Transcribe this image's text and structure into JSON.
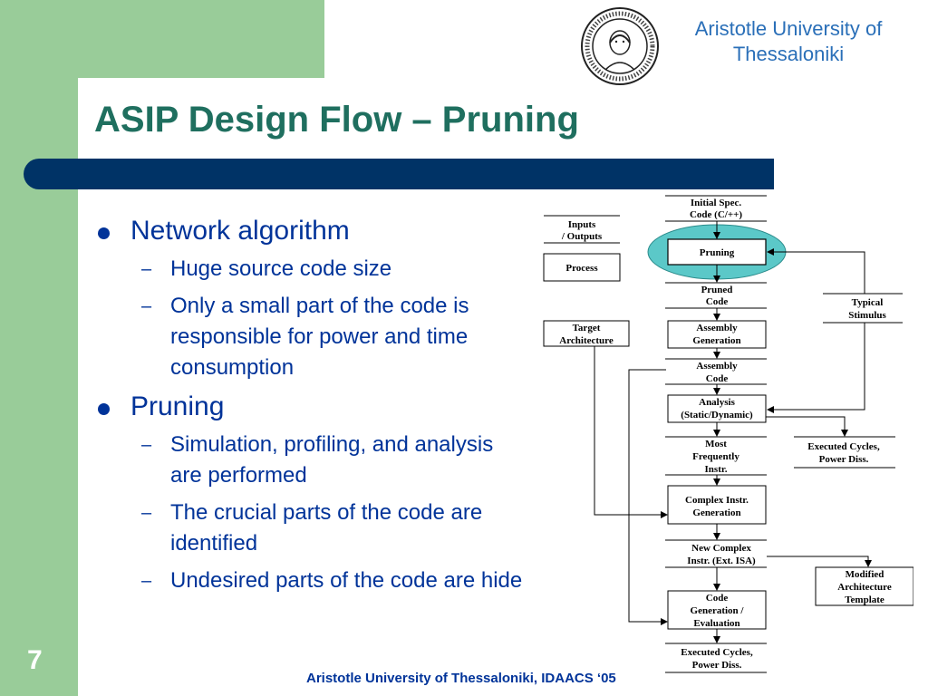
{
  "header": {
    "university_line1": "Aristotle University of",
    "university_line2": "Thessaloniki",
    "seal_icon": "university-seal-icon"
  },
  "title": "ASIP Design Flow – Pruning",
  "bullets": [
    {
      "text": "Network algorithm",
      "subitems": [
        "Huge source code size",
        "Only a small part of the code is responsible for power and time consumption"
      ]
    },
    {
      "text": "Pruning",
      "subitems": [
        "Simulation, profiling, and analysis are performed",
        "The crucial parts of the code are identified",
        "Undesired parts of the code are hide"
      ]
    }
  ],
  "diagram": {
    "initial_spec": [
      "Initial Spec.",
      "Code (C/++)"
    ],
    "legend_io": [
      "Inputs",
      "/ Outputs"
    ],
    "legend_process": "Process",
    "pruning": "Pruning",
    "pruned_code": [
      "Pruned",
      "Code"
    ],
    "typical_stimulus": [
      "Typical",
      "Stimulus"
    ],
    "target_architecture": [
      "Target",
      "Architecture"
    ],
    "assembly_generation": [
      "Assembly",
      "Generation"
    ],
    "assembly_code": [
      "Assembly",
      "Code"
    ],
    "analysis": [
      "Analysis",
      "(Static/Dynamic)"
    ],
    "most_frequent": [
      "Most",
      "Frequently",
      "Instr."
    ],
    "executed_cycles_1": [
      "Executed Cycles,",
      "Power Diss."
    ],
    "complex_generation": [
      "Complex Instr.",
      "Generation"
    ],
    "new_complex": [
      "New Complex",
      "Instr. (Ext. ISA)"
    ],
    "modified_template": [
      "Modified",
      "Architecture",
      "Template"
    ],
    "code_generation": [
      "Code",
      "Generation /",
      "Evaluation"
    ],
    "executed_cycles_2": [
      "Executed Cycles,",
      "Power Diss."
    ],
    "highlight_color": "#5bc8c8"
  },
  "slide_number": "7",
  "footer": "Aristotle University of Thessaloniki, IDAACS ‘05"
}
